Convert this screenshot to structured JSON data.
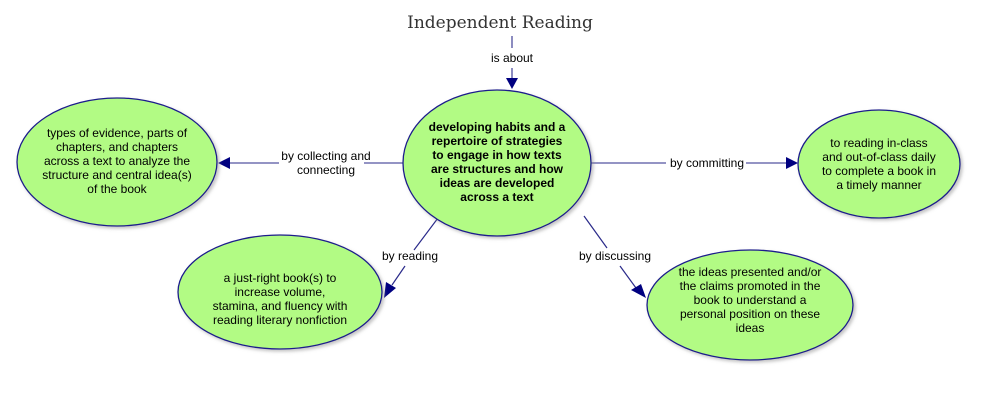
{
  "title": "Independent Reading",
  "central_node": {
    "lines": [
      "developing habits and a",
      "repertoire of strategies",
      "to engage in how texts",
      "are structures and how",
      "ideas are developed",
      "across a text"
    ]
  },
  "links": {
    "title_to_central": "is about",
    "to_left": [
      "by collecting and",
      "connecting"
    ],
    "to_right": "by committing",
    "to_bottom_left": "by reading",
    "to_bottom_right": "by discussing"
  },
  "nodes": {
    "left": {
      "lines": [
        "types of evidence, parts of",
        "chapters, and chapters",
        "across a text to analyze the",
        "structure and central idea(s)",
        "of the book"
      ]
    },
    "right": {
      "lines": [
        "to reading in-class",
        "and out-of-class daily",
        "to complete a book in",
        "a timely manner"
      ]
    },
    "bottom_left": {
      "lines": [
        "a just-right book(s) to",
        "increase volume,",
        "stamina, and fluency with",
        "reading literary nonfiction"
      ]
    },
    "bottom_right": {
      "lines": [
        "the ideas presented and/or",
        "the claims promoted in the",
        "book to understand a",
        "personal position on these",
        "ideas"
      ]
    }
  },
  "colors": {
    "node_fill": "#b2fb84",
    "node_stroke": "#1a1a8c",
    "arrow": "#000080",
    "connector": "#7070b0"
  }
}
